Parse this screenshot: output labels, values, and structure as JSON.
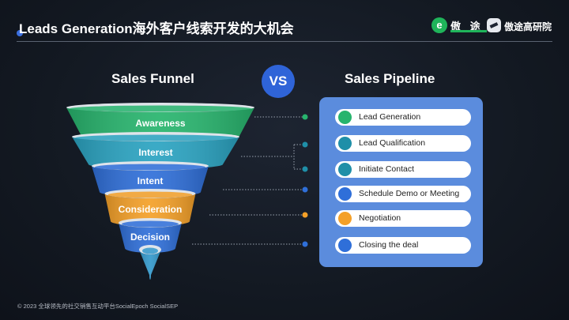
{
  "header": {
    "title": "Leads Generation海外客户线索开发的大机会",
    "logo1_mark": "e",
    "logo1_text": "傲 途",
    "logo2_text": "傲途高研院"
  },
  "left_heading": "Sales Funnel",
  "right_heading": "Sales Pipeline",
  "vs_label": "VS",
  "funnel": [
    {
      "label": "Awareness",
      "color": "#27b46d"
    },
    {
      "label": "Interest",
      "color": "#2aa3c1"
    },
    {
      "label": "Intent",
      "color": "#2f6fd9"
    },
    {
      "label": "Consideration",
      "color": "#f4a028"
    },
    {
      "label": "Decision",
      "color": "#2f6fd9"
    },
    {
      "label": "",
      "color": "#3399cc"
    }
  ],
  "pipeline": [
    {
      "label": "Lead Generation",
      "color": "#27b46d"
    },
    {
      "label": "Lead Qualification",
      "color": "#1f8fa8"
    },
    {
      "label": "Initiate Contact",
      "color": "#1f8fa8"
    },
    {
      "label": "Schedule Demo or Meeting",
      "color": "#2f6fd9"
    },
    {
      "label": "Negotiation",
      "color": "#f4a028"
    },
    {
      "label": "Closing the deal",
      "color": "#2f6fd9"
    }
  ],
  "footer": "© 2023 全球领先的社交销售互动平台SocialEpoch SocialSEP"
}
